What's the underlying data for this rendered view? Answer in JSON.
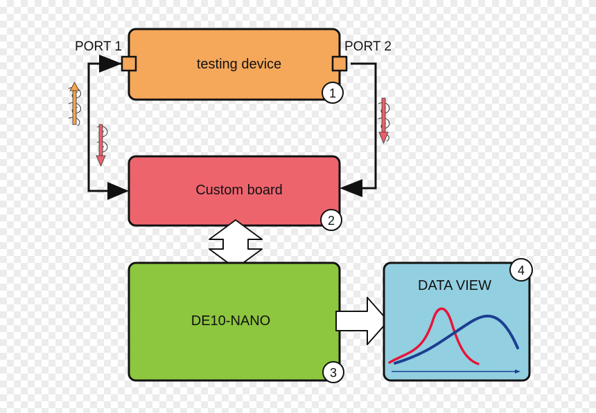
{
  "colors": {
    "testing_device": "#f5a75a",
    "custom_board": "#ee646d",
    "de10_nano": "#8dc63f",
    "data_view": "#92cfe0",
    "curve_red": "#e8143a",
    "curve_blue": "#1b3f91",
    "signal_up": "#f7a24b",
    "signal_down": "#e8616b"
  },
  "nodes": {
    "testing_device": {
      "label": "testing device",
      "badge": "1"
    },
    "custom_board": {
      "label": "Custom board",
      "badge": "2"
    },
    "de10_nano": {
      "label": "DE10-NANO",
      "badge": "3"
    },
    "data_view": {
      "label": "DATA VIEW",
      "badge": "4"
    }
  },
  "ports": {
    "port1": "PORT 1",
    "port2": "PORT 2"
  }
}
